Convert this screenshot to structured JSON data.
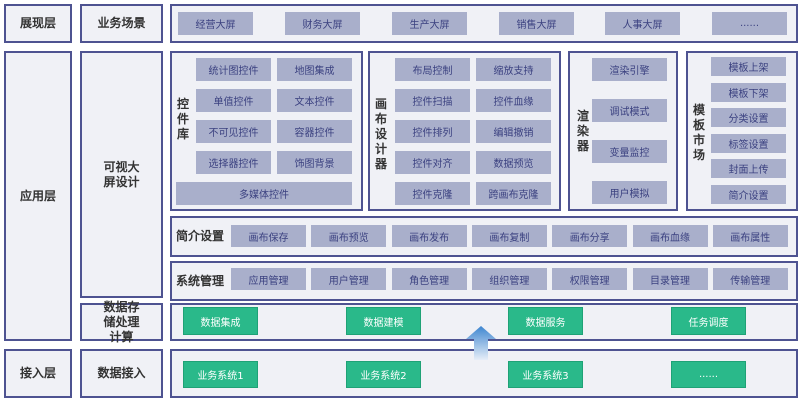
{
  "layers": {
    "presentation": "展现层",
    "application": "应用层",
    "access": "接入层"
  },
  "sections": {
    "business_scene": "业务场景",
    "visual_design": "可视大屏设计",
    "data_storage": "数据存储处理计算",
    "data_access": "数据接入"
  },
  "scenes": [
    "经营大屏",
    "财务大屏",
    "生产大屏",
    "销售大屏",
    "人事大屏",
    "......"
  ],
  "widget_library": {
    "title": "控件库",
    "items": [
      "统计图控件",
      "地图集成",
      "单值控件",
      "文本控件",
      "不可见控件",
      "容器控件",
      "选择器控件",
      "饰图背景"
    ],
    "wide_item": "多媒体控件"
  },
  "canvas_designer": {
    "title": "画布设计器",
    "items": [
      "布局控制",
      "缩放支持",
      "控件扫描",
      "控件血缘",
      "控件排列",
      "编辑撤销",
      "控件对齐",
      "数据预览",
      "控件克隆",
      "跨画布克隆"
    ]
  },
  "renderer": {
    "title": "渲染器",
    "items": [
      "渲染引擎",
      "调试模式",
      "变量监控",
      "用户模拟"
    ]
  },
  "template_market": {
    "title": "模板市场",
    "items": [
      "模板上架",
      "模板下架",
      "分类设置",
      "标签设置",
      "封面上传",
      "简介设置"
    ]
  },
  "intro_settings": {
    "title": "简介设置",
    "items": [
      "画布保存",
      "画布预览",
      "画布发布",
      "画布复制",
      "画布分享",
      "画布血缘",
      "画布属性"
    ]
  },
  "system_management": {
    "title": "系统管理",
    "items": [
      "应用管理",
      "用户管理",
      "角色管理",
      "组织管理",
      "权限管理",
      "目录管理",
      "传输管理"
    ]
  },
  "data_processing": [
    "数据集成",
    "数据建模",
    "数据服务",
    "任务调度"
  ],
  "data_sources": [
    "业务系统1",
    "业务系统2",
    "业务系统3",
    "......"
  ],
  "colors": {
    "border": "#4e5391",
    "panel": "#f0f1f6",
    "button": "#a9afcb",
    "green": "#2ab98a"
  }
}
